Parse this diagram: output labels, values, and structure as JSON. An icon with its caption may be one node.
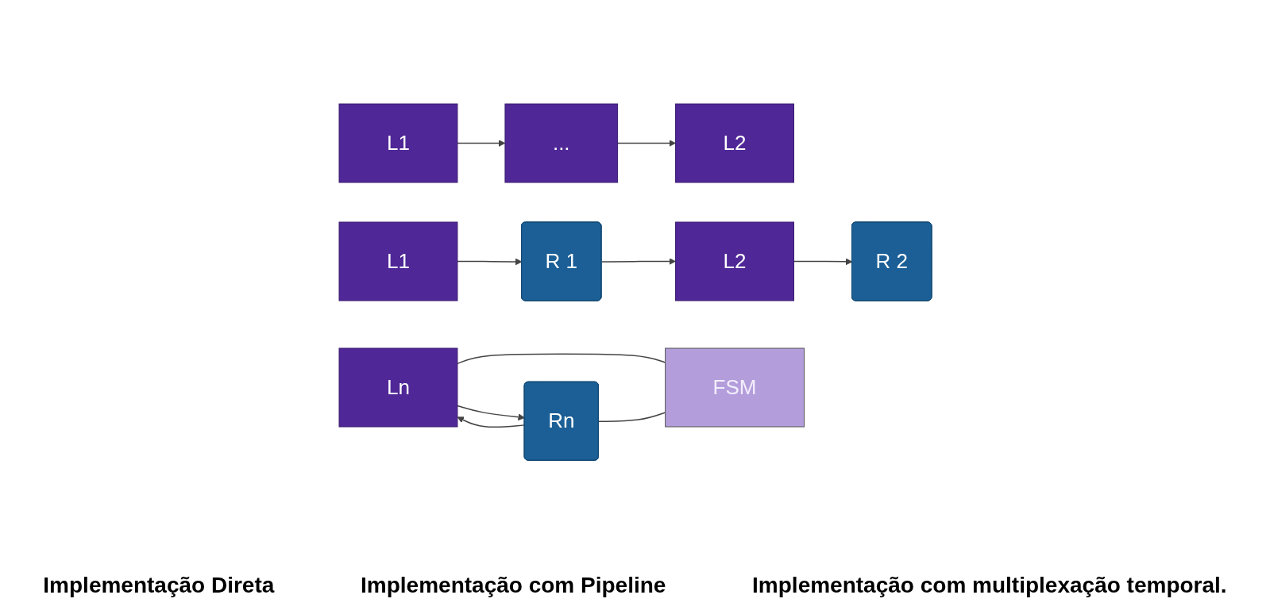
{
  "diagram": {
    "nodes": [
      {
        "text": [
          "L1"
        ]
      },
      {
        "text": [
          "..."
        ]
      },
      {
        "text": [
          "L2"
        ]
      },
      {
        "text": [
          "L1"
        ]
      },
      {
        "text": [
          "R 1"
        ]
      },
      {
        "text": [
          "L2"
        ]
      },
      {
        "text": [
          "R 2"
        ]
      },
      {
        "text": [
          "Ln"
        ]
      },
      {
        "text": [
          "Rn"
        ]
      },
      {
        "text": [
          "FSM"
        ]
      }
    ],
    "edges": [
      {
        "from": 0,
        "to": 1,
        "arrow": "to"
      },
      {
        "from": 1,
        "to": 2,
        "arrow": "to"
      },
      {
        "from": 3,
        "to": 4,
        "arrow": "to"
      },
      {
        "from": 4,
        "to": 5,
        "arrow": "to"
      },
      {
        "from": 5,
        "to": 6,
        "arrow": "to"
      },
      {
        "from": 7,
        "to": 8,
        "arrow": "to"
      },
      {
        "from": 8,
        "to": 7,
        "arrow": "to"
      },
      {
        "from": 7,
        "to": 9,
        "arrow": "none"
      },
      {
        "from": 8,
        "to": 9,
        "arrow": "none"
      }
    ],
    "labels": [
      "Implementação Direta",
      "Implementação com Pipeline",
      "Implementação com multiplexação temporal."
    ]
  }
}
